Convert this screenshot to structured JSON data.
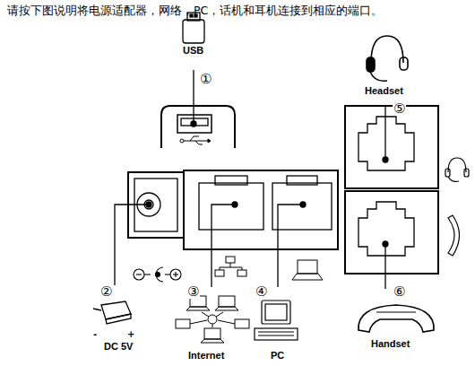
{
  "diagram": {
    "title": "请按下图说明将电源适配器，网络，PC，话机和耳机连接到相应的端口。",
    "labels": [
      "USB",
      "①",
      "Headset",
      "⑤",
      "②",
      "③",
      "④",
      "⑥",
      "-",
      "+",
      "DC 5V",
      "Internet",
      "PC",
      "Handset"
    ]
  }
}
